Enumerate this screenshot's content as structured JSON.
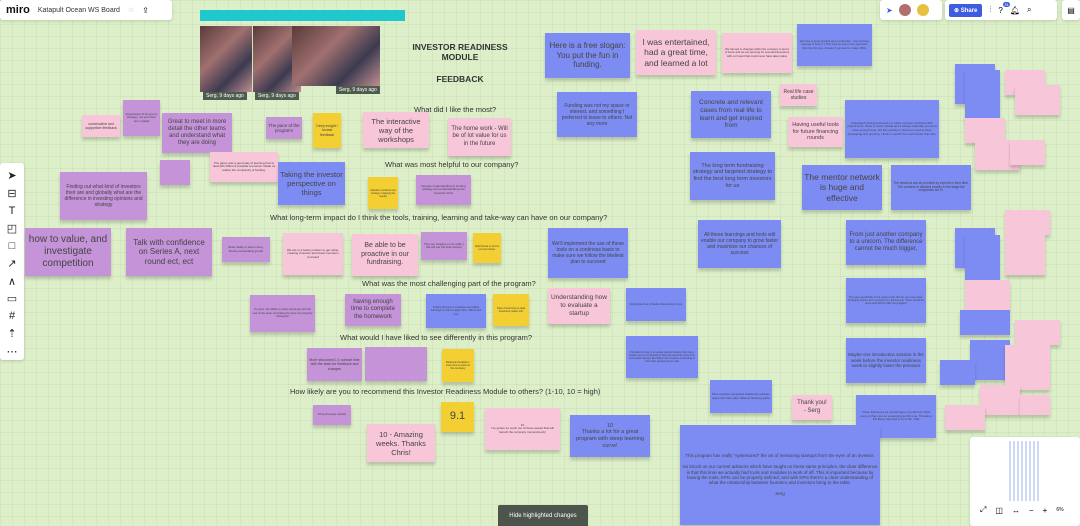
{
  "app": {
    "logo": "miro",
    "board_name": "Katapult Ocean WS Board",
    "share": "Share",
    "notif_count": "31",
    "zoom": "6%",
    "hide_changes": "Hide highlighted changes"
  },
  "board": {
    "title": "INVESTOR READINESS\nMODULE",
    "subtitle": "FEEDBACK",
    "photo_label": "Serg, 9 days ago",
    "questions": [
      "What did I like the most?",
      "What was most helpful to our company?",
      "What long-term impact do I think the tools, training, learning and take-way can have on our company?",
      "What was the most challenging part of the program?",
      "What would I have liked to see differently in this program?",
      "How likely are you to recommend this Investor Readiness Module to others? (1-10, 10 = high)"
    ]
  },
  "colors": {
    "purple": "#c493d8",
    "pink": "#f7c6d9",
    "blue": "#7d8cf2",
    "yellow": "#f3cf33",
    "share": "#3d5ce0"
  },
  "notes": [
    "Importance of long term strategy, not just short term capital",
    "constructive and supportive feedback",
    "Great to meet in more detail the other teams and understand what they are doing",
    "The game was a good way of learning how to deal with different possible scenarios. Made us realise the complexity of funding.",
    "The pace of the program!",
    "Deep insight / honest feedback",
    "The interactive way of the workshops",
    "The home work - Will be of lot value for us in the future",
    "Here is a free slogan: You put the fun in funding.",
    "I was entertained, had a great time, and learned a lot",
    "this has led to changes within the company in terms of focus and we are opening for several discussions with our board that could never have taken place",
    "We have a great product and a solid plan - now we have learned to fund it :) This may be even more important than the first one, at least if you want to make it BIG.",
    "Funding was not my space or interest, and something I preferred to leave to others. Not any more",
    "Concrete and relevant cases from real life to learn and get inspired from",
    "Real life case studies",
    "Having useful tools for future financing rounds",
    "Integrated training focussed on online courses combined with project work. Work is never double and it always feels like you don't have enough time, but this exactly is what you need to keep developing and growing. I think it couldn't be much better than this.",
    "Finding out what kind of investors their are and globally what are the difference in investing opinions and strategy",
    "Taking the investor perspective on things",
    "Valuation methods and strategy (mapping the seeds)",
    "Deepen understanding of funding strategy and understanding how investors think",
    "how to value, and investigate competition",
    "Talk with confidence on Series A, next round ect, ect",
    "Better ability to raise money, thereby accelerating growth",
    "We are in a better position to get value-creating investors and board members on-board",
    "Be able to be proactive in our fundraising.",
    "They are hanging on our walls ;) We will use the tools actively",
    "Well timed in terms of next raises.",
    "We'll implement the use of these tools on a continous basis to make sure we follow the likeliest plan to succeed",
    "All these learnings and tools will enable our company to grow faster and maximize our chances of success",
    "From just another company to a unicorn. The difference cannot be much bigger,",
    "The long term fundraising strategy and targeted strategy to find the best long term investors for us",
    "The mentor network is huge and effective",
    "The sessions are all provided by experts in their field. The contents is detailed exactly to the stage the companies are in.",
    "It's pace, the ability to share learnings with the rest of the team and taking the time (to) properly \"strategize\"",
    "having enough time to complete the homework",
    "Finding the time to condense and reflect learnings in order to apply them. Will do that now",
    "Pace of learning on deal structures (week 1/2)",
    "Understanding how to evaluate a startup",
    "Finding the time to finalise homeworks in time",
    "The pace specifically of the project work. But ok, as is now clear: arranging finance for a company is a full time job. There should be some work left for after the program!",
    "More structured 1:1 contact time with the team for feedback and changes",
    "Reduced simulation / more time to work on the company",
    "Possible to bring in an actual startup founder who has a similar view on fundraising? Now we heard the story from successful startups like Paleon but could be interesting to hear their perspective as well",
    "Maybe one introduction session in the week before the investor readiness week to slightly lower the pressure",
    "More example companies outside the software space that have taken different financing paths",
    "Thank you!\n- Serg",
    "I have followed a lot of trainings in my life but I think none of them are so enganging as this one. Therefore 10! Every day was a lot of fun. Olaf",
    "10 (extremely useful)",
    "10 - Amazing weeks. Thanks Chris!",
    "9.1",
    "10\nI've gotten so much out of these weeks that will benefit the company tremendously!",
    "10\nThanks a lot for a great program with steep learning curve!",
    "This program has really \"systemized\" the art of mentoring startups from the eyes of an investor.\n\nNo knock on our current advisors which have taught us these same principles, the clear difference is that this time we actually had tools and modules to work of off. This is important because by having the tools, KPIs can be properly defined, and with KPIs there's a clear understanding of what the relationship between founders and investors bring to the table.\n\nSerg"
  ]
}
